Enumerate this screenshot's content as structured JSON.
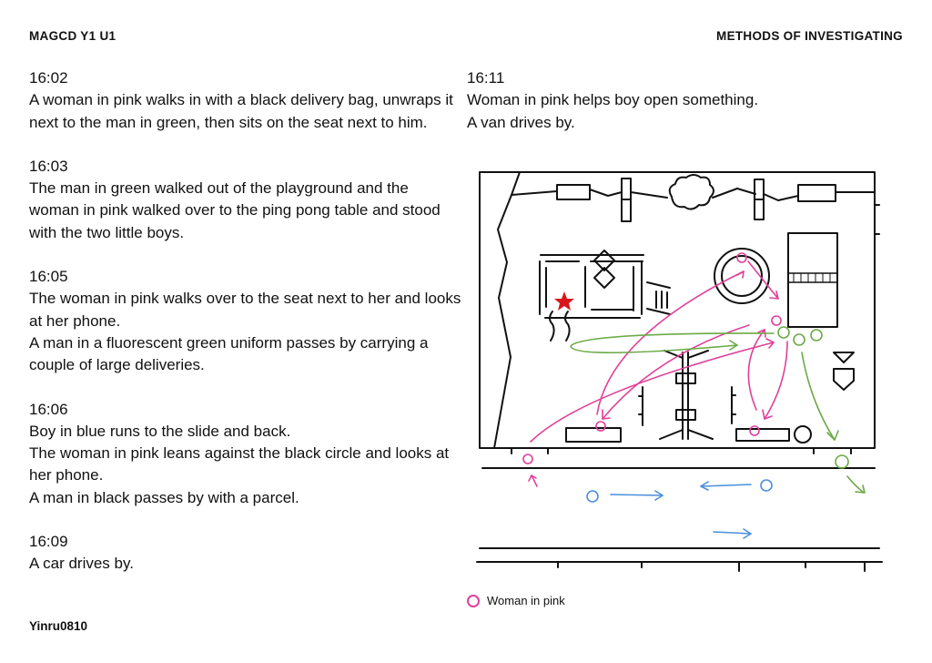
{
  "header": {
    "left": "MAGCD Y1 U1",
    "right": "METHODS OF INVESTIGATING"
  },
  "left_entries": [
    {
      "time": "16:02",
      "lines": [
        "A woman in pink walks in with a black delivery bag, unwraps it next to the man in green, then sits on the seat next to him."
      ]
    },
    {
      "time": "16:03",
      "lines": [
        "The man in green walked out of the playground and the woman in pink walked over to the ping pong table and stood with the two little boys."
      ]
    },
    {
      "time": "16:05",
      "lines": [
        "The woman in pink walks over to the seat next to her and looks at her phone.",
        "A man in a fluorescent green uniform passes by carrying a couple of large deliveries."
      ]
    },
    {
      "time": "16:06",
      "lines": [
        "Boy in blue runs to the slide and back.",
        "The woman in pink leans against the black circle and looks at her phone.",
        "A man in black passes by with a parcel."
      ]
    },
    {
      "time": "16:09",
      "lines": [
        "A car drives by."
      ]
    }
  ],
  "right_entries": [
    {
      "time": "16:11",
      "lines": [
        "Woman in pink helps boy open something.",
        "A van drives by."
      ]
    }
  ],
  "legend": {
    "label": "Woman in pink",
    "color": "#e0409a"
  },
  "colors": {
    "pink": "#e0409a",
    "green": "#6aaa45",
    "blue": "#4a8fdc",
    "red": "#d8161c"
  },
  "footer": "Yinru0810"
}
